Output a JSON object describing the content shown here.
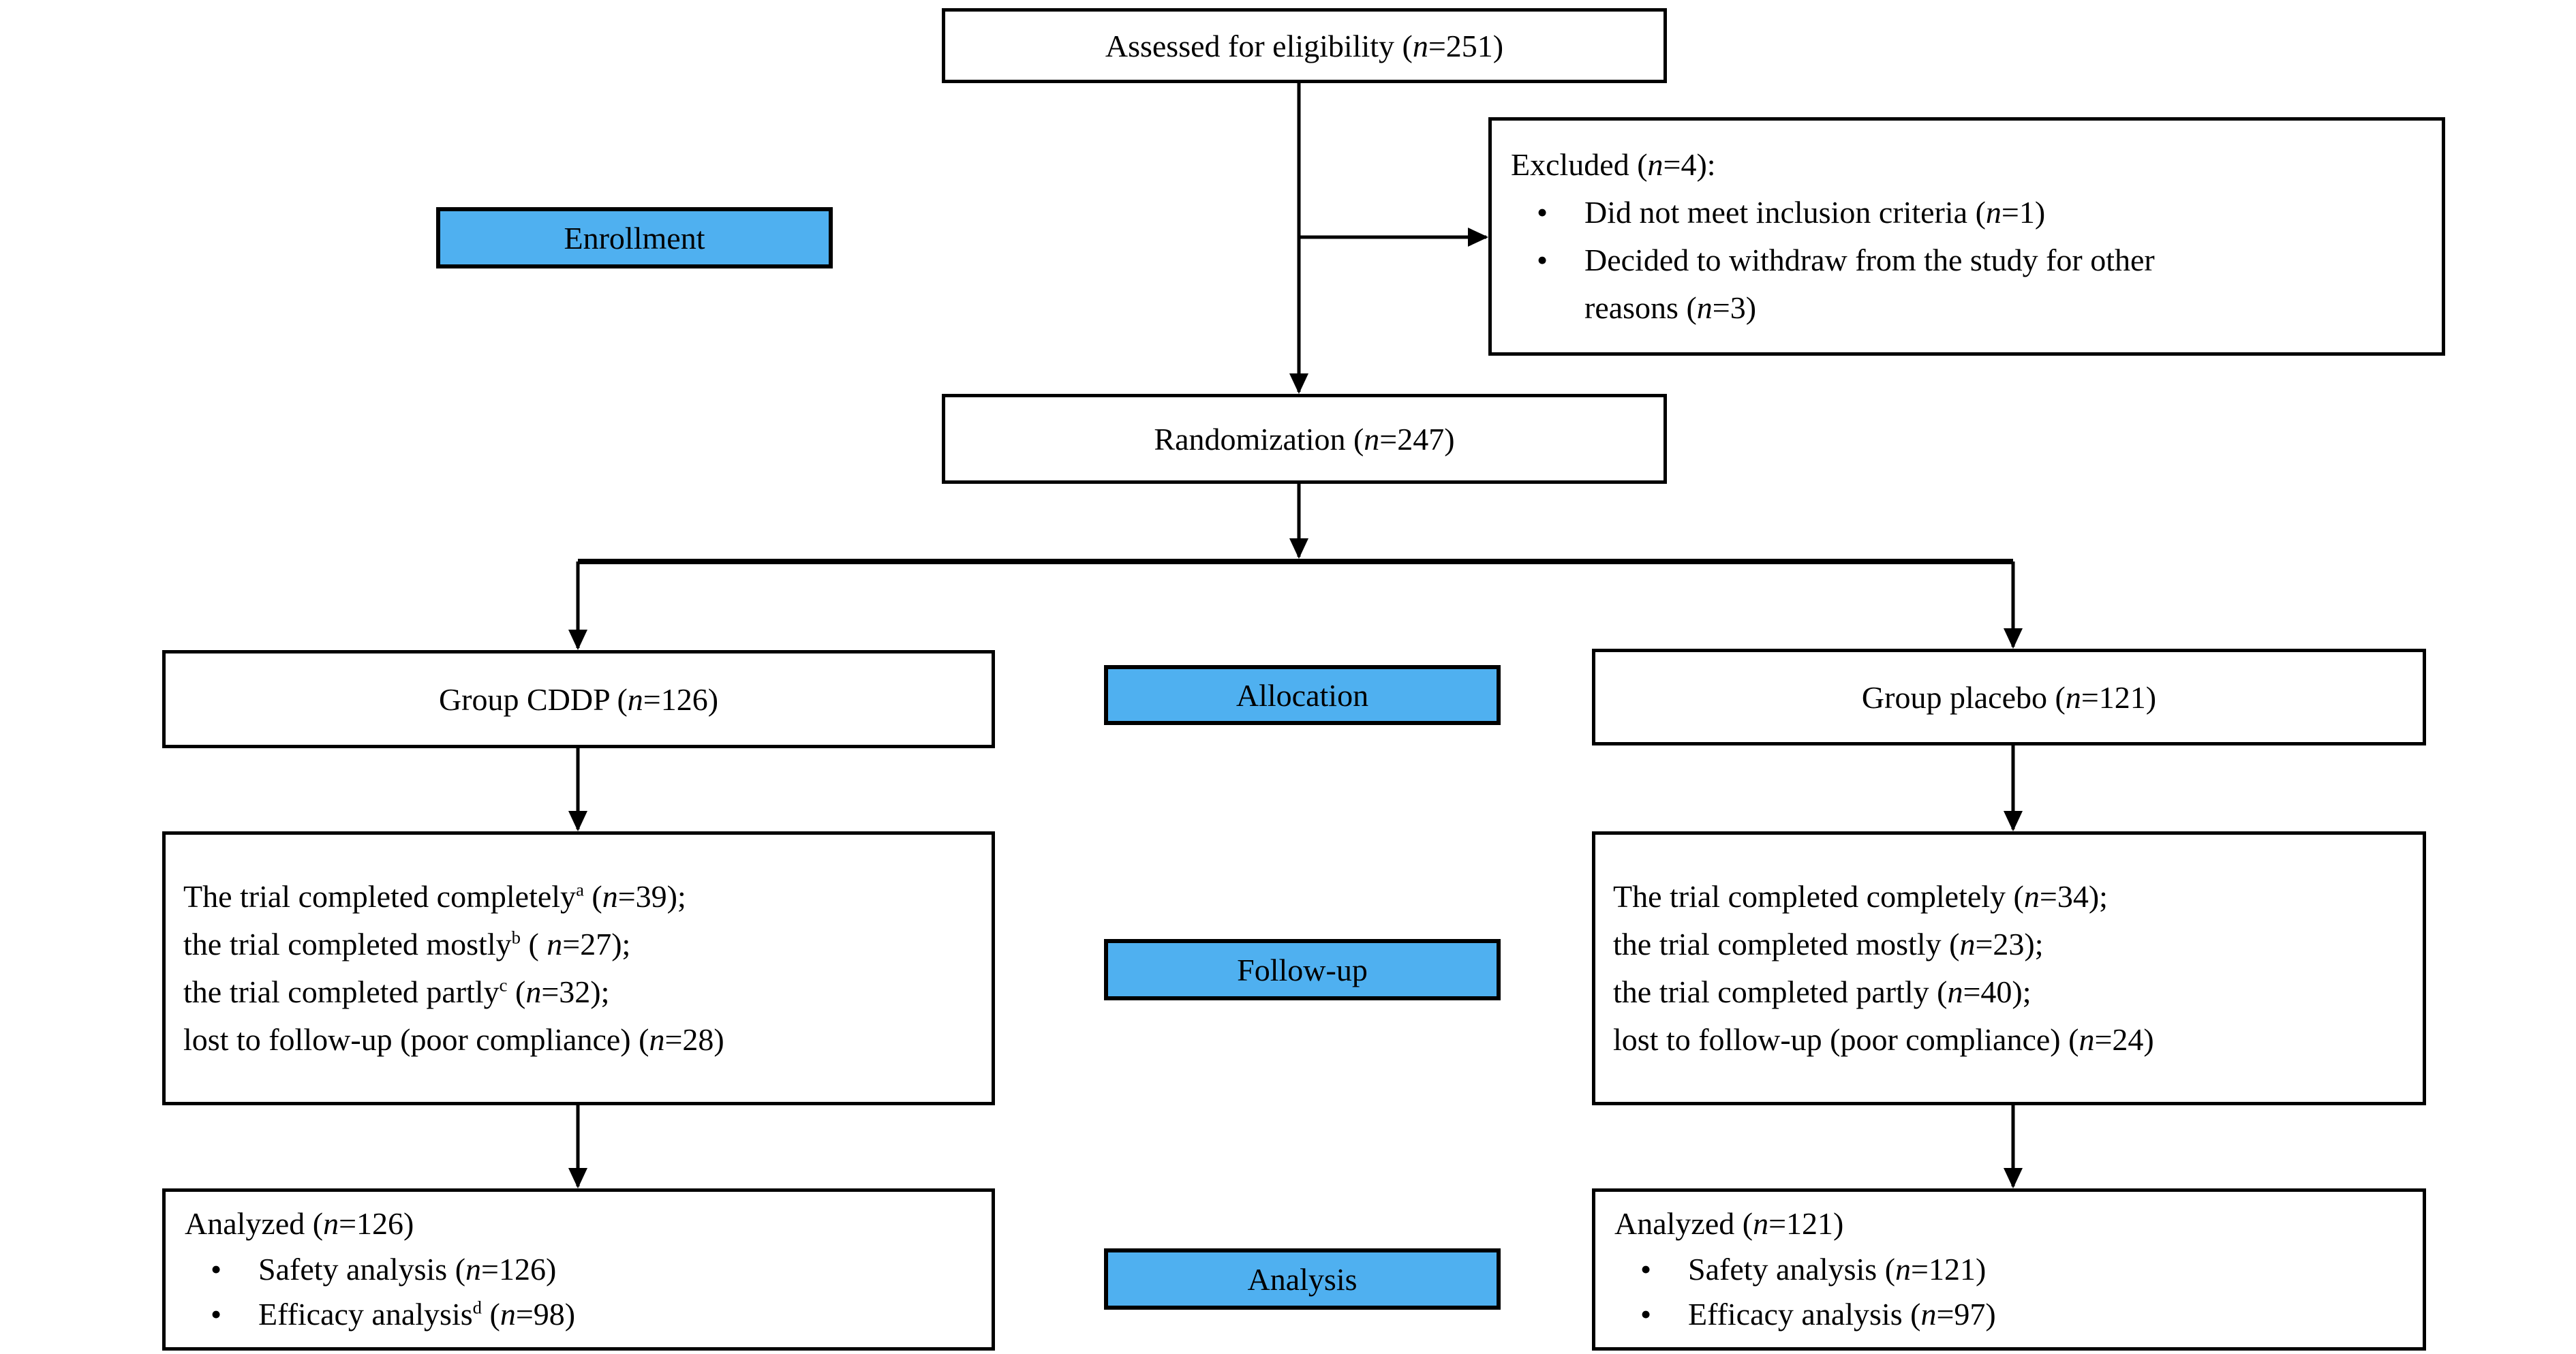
{
  "colors": {
    "label_bg": "#4FB0F0",
    "box_border": "#000000",
    "text": "#000000",
    "background": "#FFFFFF"
  },
  "glyphs": {
    "bullet": "•"
  },
  "labels": {
    "enrollment": "Enrollment",
    "allocation": "Allocation",
    "followup": "Follow-up",
    "analysis": "Analysis"
  },
  "boxes": {
    "assessed": {
      "segments": [
        {
          "t": "Assessed for eligibility ("
        },
        {
          "t": "n",
          "s": "i"
        },
        {
          "t": "=251)"
        }
      ]
    },
    "excluded": {
      "title": [
        {
          "t": "Excluded ("
        },
        {
          "t": "n",
          "s": "i"
        },
        {
          "t": "=4):"
        }
      ],
      "bullets": [
        [
          {
            "t": "Did not meet inclusion criteria ("
          },
          {
            "t": "n",
            "s": "i"
          },
          {
            "t": "=1)"
          }
        ],
        [
          {
            "t": "Decided to withdraw from the study for other"
          },
          {
            "s": "br"
          },
          {
            "t": "reasons ("
          },
          {
            "t": "n",
            "s": "i"
          },
          {
            "t": "=3)"
          }
        ]
      ]
    },
    "randomization": {
      "segments": [
        {
          "t": "Randomization ("
        },
        {
          "t": "n",
          "s": "i"
        },
        {
          "t": "=247)"
        }
      ]
    },
    "group_cddp": {
      "segments": [
        {
          "t": "Group CDDP ("
        },
        {
          "t": "n",
          "s": "i"
        },
        {
          "t": "=126)"
        }
      ]
    },
    "group_placebo": {
      "segments": [
        {
          "t": "Group placebo ("
        },
        {
          "t": "n",
          "s": "i"
        },
        {
          "t": "=121)"
        }
      ]
    },
    "followup_cddp": {
      "lines": [
        [
          {
            "t": "The trial completed completely"
          },
          {
            "t": "a",
            "s": "sup"
          },
          {
            "t": " ("
          },
          {
            "t": "n",
            "s": "i"
          },
          {
            "t": "=39);"
          }
        ],
        [
          {
            "t": "the trial completed mostly"
          },
          {
            "t": "b",
            "s": "sup"
          },
          {
            "t": " ( "
          },
          {
            "t": "n",
            "s": "i"
          },
          {
            "t": "=27);"
          }
        ],
        [
          {
            "t": "the trial completed partly"
          },
          {
            "t": "c",
            "s": "sup"
          },
          {
            "t": " ("
          },
          {
            "t": "n",
            "s": "i"
          },
          {
            "t": "=32);"
          }
        ],
        [
          {
            "t": "lost to follow-up (poor compliance) ("
          },
          {
            "t": "n",
            "s": "i"
          },
          {
            "t": "=28)"
          }
        ]
      ]
    },
    "followup_placebo": {
      "lines": [
        [
          {
            "t": "The trial completed completely ("
          },
          {
            "t": "n",
            "s": "i"
          },
          {
            "t": "=34);"
          }
        ],
        [
          {
            "t": "the trial completed mostly ("
          },
          {
            "t": "n",
            "s": "i"
          },
          {
            "t": "=23);"
          }
        ],
        [
          {
            "t": "the trial completed partly ("
          },
          {
            "t": "n",
            "s": "i"
          },
          {
            "t": "=40);"
          }
        ],
        [
          {
            "t": "lost to follow-up (poor compliance) ("
          },
          {
            "t": "n",
            "s": "i"
          },
          {
            "t": "=24)"
          }
        ]
      ]
    },
    "analysis_cddp": {
      "title": [
        {
          "t": "Analyzed ("
        },
        {
          "t": "n",
          "s": "i"
        },
        {
          "t": "=126)"
        }
      ],
      "bullets": [
        [
          {
            "t": "Safety analysis ("
          },
          {
            "t": "n",
            "s": "i"
          },
          {
            "t": "=126)"
          }
        ],
        [
          {
            "t": "Efficacy analysis"
          },
          {
            "t": "d",
            "s": "sup"
          },
          {
            "t": " ("
          },
          {
            "t": "n",
            "s": "i"
          },
          {
            "t": "=98)"
          }
        ]
      ]
    },
    "analysis_placebo": {
      "title": [
        {
          "t": "Analyzed ("
        },
        {
          "t": "n",
          "s": "i"
        },
        {
          "t": "=121)"
        }
      ],
      "bullets": [
        [
          {
            "t": "Safety analysis ("
          },
          {
            "t": "n",
            "s": "i"
          },
          {
            "t": "=121)"
          }
        ],
        [
          {
            "t": "Efficacy analysis ("
          },
          {
            "t": "n",
            "s": "i"
          },
          {
            "t": "=97)"
          }
        ]
      ]
    }
  }
}
